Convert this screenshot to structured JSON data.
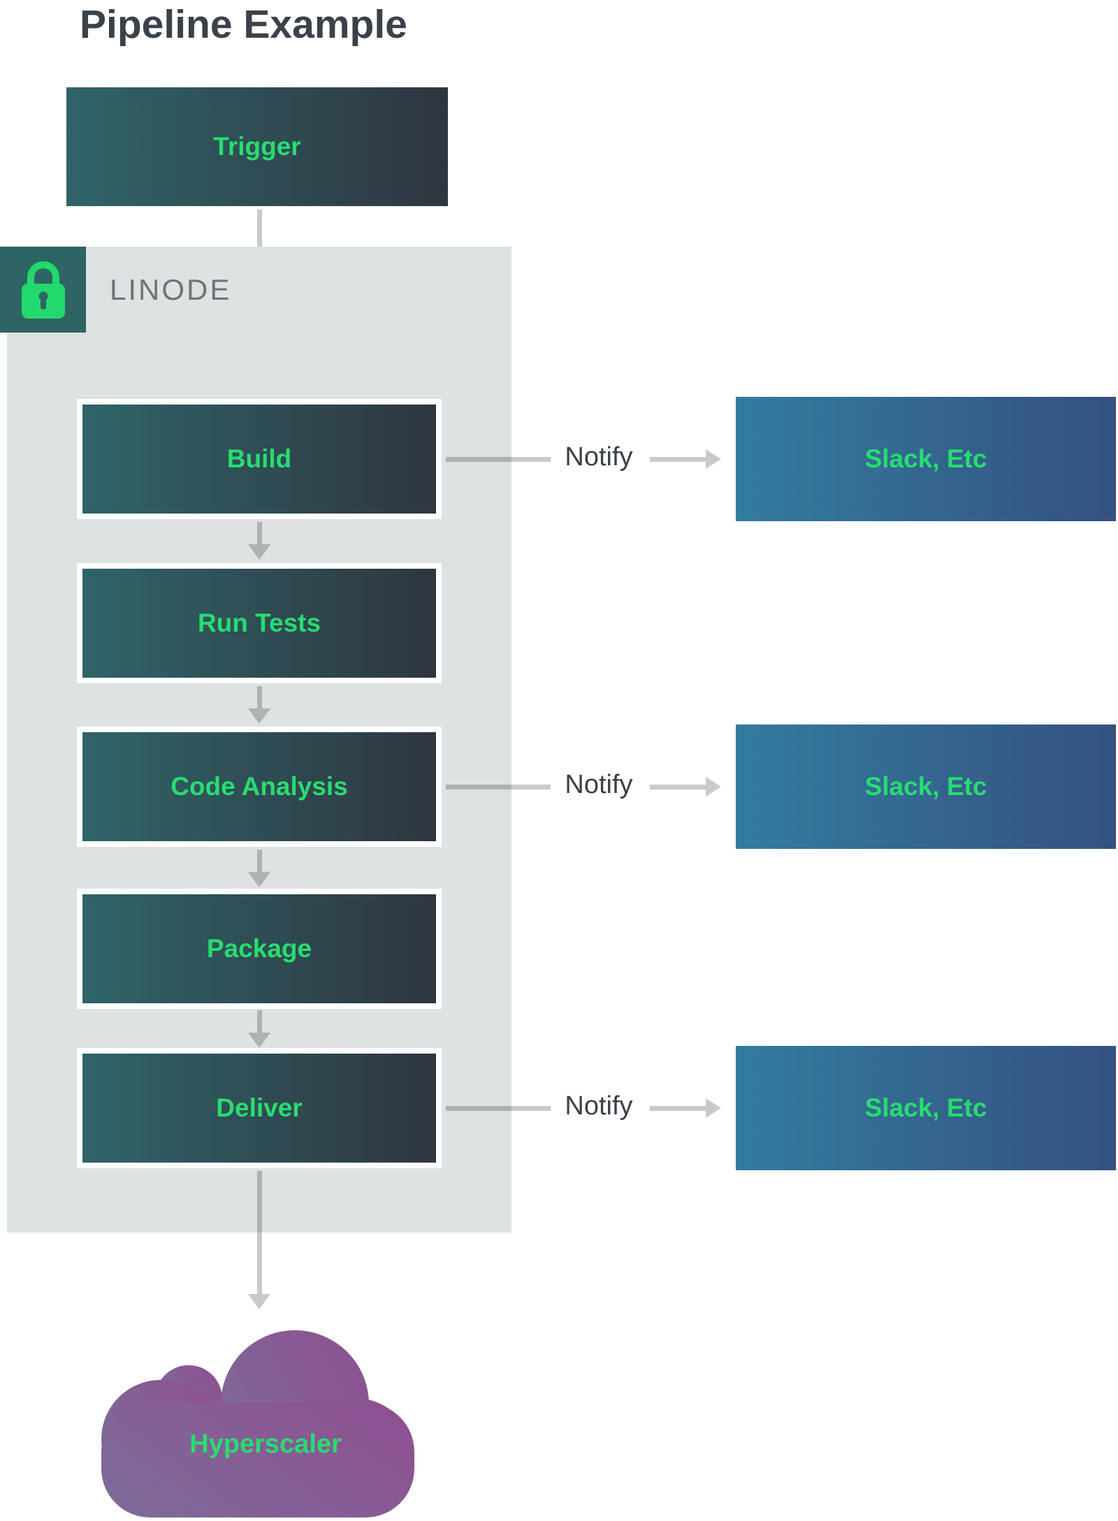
{
  "title": "Pipeline Example",
  "trigger": {
    "label": "Trigger"
  },
  "zone": {
    "name": "LINODE",
    "icon": "lock"
  },
  "stages": [
    {
      "label": "Build"
    },
    {
      "label": "Run Tests"
    },
    {
      "label": "Code Analysis"
    },
    {
      "label": "Package"
    },
    {
      "label": "Deliver"
    }
  ],
  "notify_rows": [
    {
      "label": "Notify",
      "target": "Slack, Etc"
    },
    {
      "label": "Notify",
      "target": "Slack, Etc"
    },
    {
      "label": "Notify",
      "target": "Slack, Etc"
    }
  ],
  "cloud": {
    "label": "Hyperscaler"
  },
  "colors": {
    "accent_green": "#28dc70",
    "stage_gradient_start": "#2f6468",
    "stage_gradient_end": "#2f3640",
    "target_gradient_start": "#337c9f",
    "target_gradient_end": "#345180",
    "zone_bg": "#dce3e2",
    "lock_bg": "#2e6564",
    "cloud_gradient_start": "#7e6a99",
    "cloud_gradient_end": "#8d5191",
    "title_text": "#3a414a",
    "zone_text": "#6e7478",
    "notify_text": "#3a4047",
    "connector": "#b4b9b9"
  }
}
